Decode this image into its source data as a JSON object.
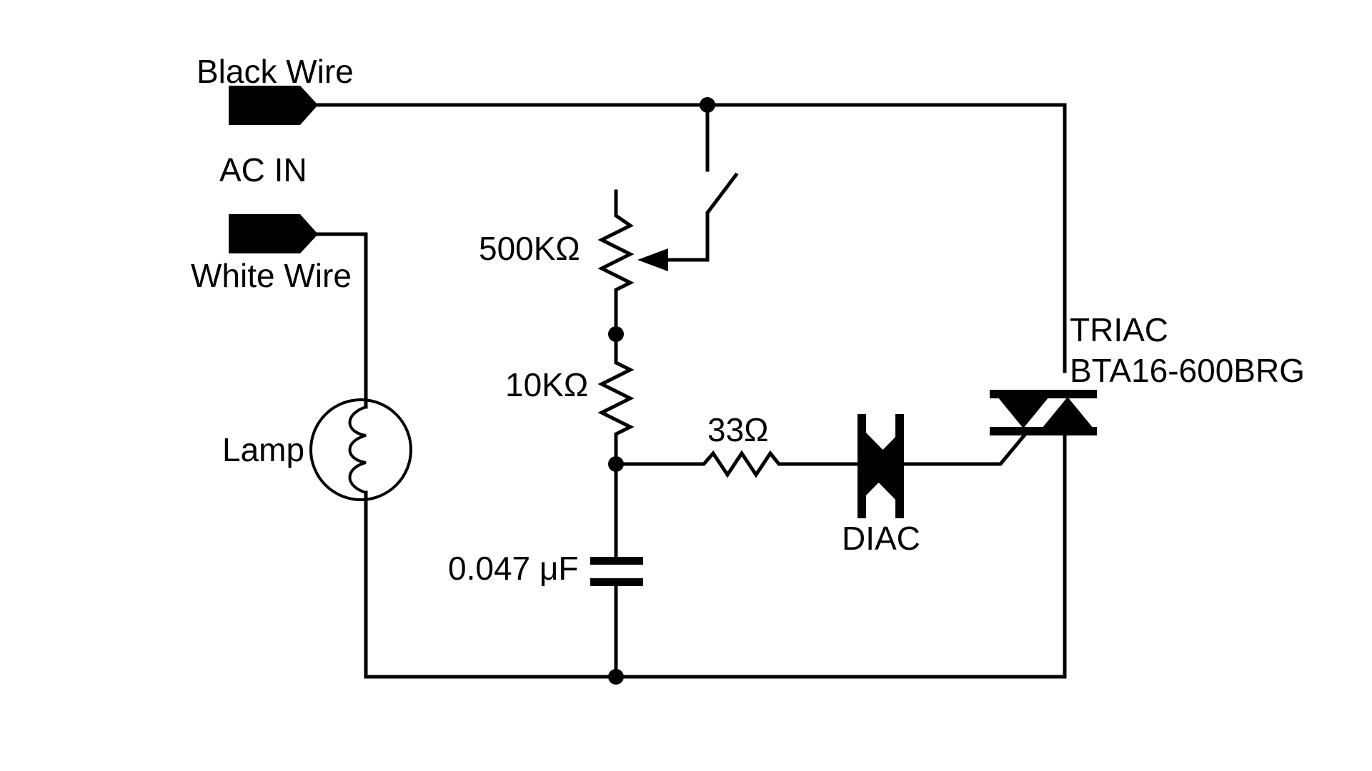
{
  "labels": {
    "black_wire": "Black Wire",
    "ac_in": "AC IN",
    "white_wire": "White Wire",
    "lamp": "Lamp",
    "pot": "500KΩ",
    "r10k": "10KΩ",
    "r33": "33Ω",
    "cap": "0.047 μF",
    "diac": "DIAC",
    "triac": "TRIAC",
    "triac_part": "BTA16-600BRG"
  }
}
